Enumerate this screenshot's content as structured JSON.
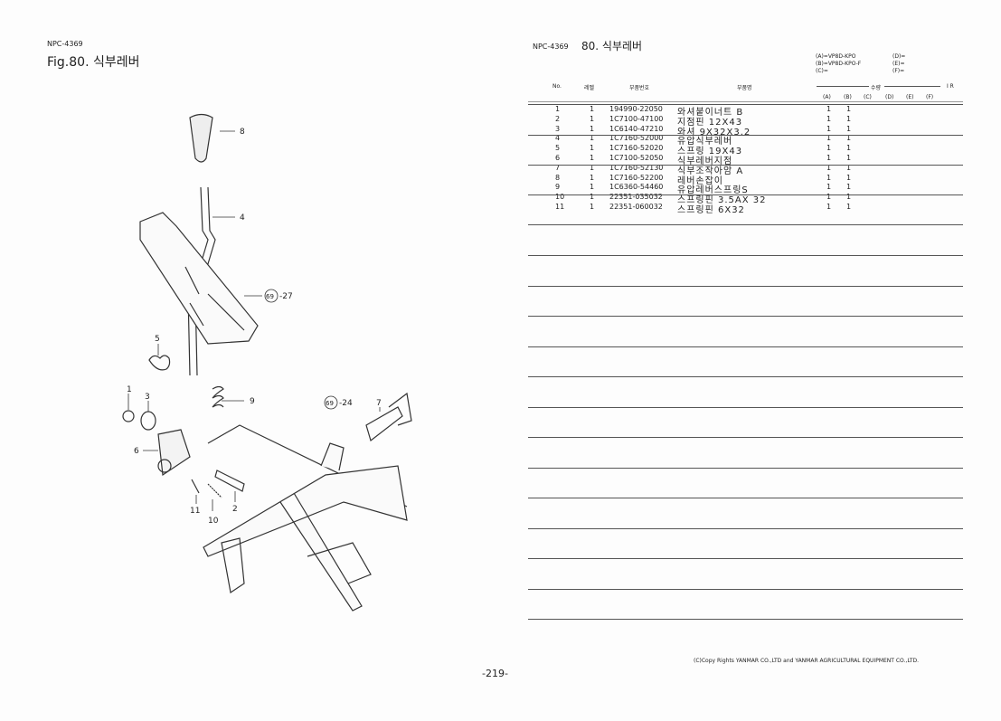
{
  "left": {
    "code": "NPC-4369",
    "fig_title": "Fig.80.  식부레버",
    "page_number": "-219-",
    "callouts": [
      "8",
      "4",
      "69",
      "-27",
      "5",
      "1",
      "3",
      "9",
      "6",
      "2",
      "11",
      "10",
      "7",
      "69",
      "-24"
    ]
  },
  "right": {
    "code": "NPC-4369",
    "title": "80.  식부레버",
    "models": {
      "A": "(A)=VP8D-KPO",
      "B": "(B)=VP8D-KPO-F",
      "C": "(C)=",
      "D": "(D)=",
      "E": "(E)=",
      "F": "(F)="
    },
    "headers": {
      "no": "No.",
      "level": "레벨",
      "part_no": "부품번호",
      "part_name": "부품명",
      "qty": "수량",
      "ir": "I  R",
      "cols": [
        "(A)",
        "(B)",
        "(C)",
        "(D)",
        "(E)",
        "(F)"
      ]
    },
    "rows": [
      {
        "no": "1",
        "level": "1",
        "part_no": "194990-22050",
        "name": "와셔붙이너트 B",
        "a": "1",
        "b": "1"
      },
      {
        "no": "2",
        "level": "1",
        "part_no": "1C7100-47100",
        "name": "지점핀 12X43",
        "a": "1",
        "b": "1"
      },
      {
        "no": "3",
        "level": "1",
        "part_no": "1C6140-47210",
        "name": "와셔 9X32X3.2",
        "a": "1",
        "b": "1"
      },
      {
        "no": "4",
        "level": "1",
        "part_no": "1C7160-52000",
        "name": "유압식부레버",
        "a": "1",
        "b": "1"
      },
      {
        "no": "5",
        "level": "1",
        "part_no": "1C7160-52020",
        "name": "스프링 19X43",
        "a": "1",
        "b": "1"
      },
      {
        "no": "6",
        "level": "1",
        "part_no": "1C7100-52050",
        "name": "식부레버지점",
        "a": "1",
        "b": "1"
      },
      {
        "no": "7",
        "level": "1",
        "part_no": "1C7160-52130",
        "name": "식부조작아암 A",
        "a": "1",
        "b": "1"
      },
      {
        "no": "8",
        "level": "1",
        "part_no": "1C7160-52200",
        "name": "레버손잡이",
        "a": "1",
        "b": "1"
      },
      {
        "no": "9",
        "level": "1",
        "part_no": "1C6360-54460",
        "name": "유압레버스프링S",
        "a": "1",
        "b": "1"
      },
      {
        "no": "10",
        "level": "1",
        "part_no": "22351-035032",
        "name": "스프링핀 3.5AX 32",
        "a": "1",
        "b": "1"
      },
      {
        "no": "11",
        "level": "1",
        "part_no": "22351-060032",
        "name": "스프링핀 6X32",
        "a": "1",
        "b": "1"
      }
    ],
    "copyright": "(C)Copy Rights  YANMAR CO.,LTD and YANMAR AGRICULTURAL EQUIPMENT CO.,LTD."
  }
}
